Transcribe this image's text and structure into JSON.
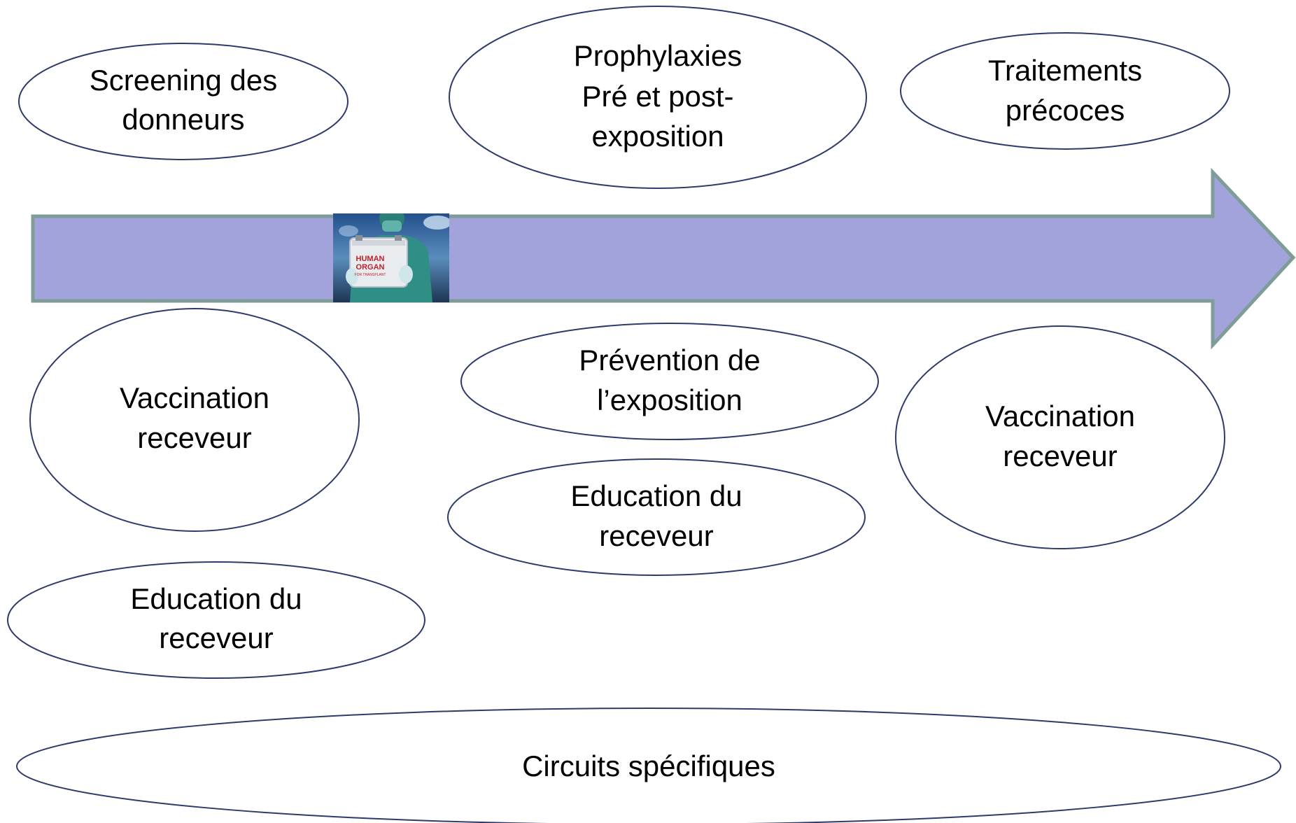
{
  "nodes": {
    "screening_donneurs": [
      "Screening des",
      "donneurs"
    ],
    "prophylaxies": [
      "Prophylaxies",
      "Pré et post-",
      "exposition"
    ],
    "traitements_precoces": [
      "Traitements",
      "précoces"
    ],
    "vaccination_receveur_pre": [
      "Vaccination",
      "receveur"
    ],
    "prevention_exposition": [
      "Prévention de",
      "l’exposition"
    ],
    "education_receveur_mid": [
      "Education du",
      "receveur"
    ],
    "vaccination_receveur_post": [
      "Vaccination",
      "receveur"
    ],
    "education_receveur_pre": [
      "Education du",
      "receveur"
    ],
    "circuits_specifiques": [
      "Circuits spécifiques"
    ]
  },
  "image": {
    "subject": "surgeon-holding-organ-transport-box",
    "box_text": [
      "HUMAN",
      "ORGAN",
      "FOR TRANSPLANT"
    ]
  },
  "colors": {
    "arrow_fill": "#a3a3dc",
    "arrow_stroke": "#7f9d98",
    "ellipse_stroke": "#2e3a6b",
    "scrubs": "#2f8f86",
    "box_label": "#c0202a"
  }
}
